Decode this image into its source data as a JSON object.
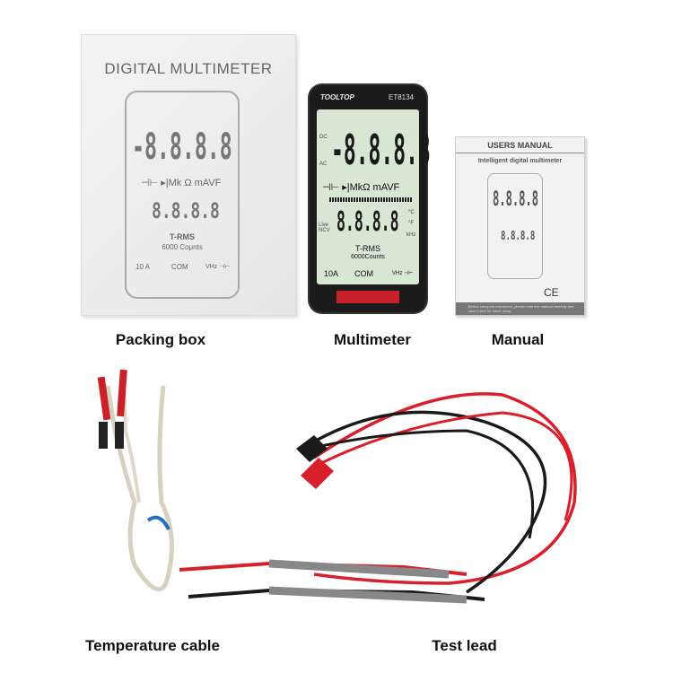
{
  "packing_box": {
    "title": "DIGITAL MULTIMETER",
    "lcd": {
      "digits_main": "-8.8.8.8",
      "units": "⊣⊢ ▸|Mk Ω mAVF",
      "digits_sub": "8.8.8.8",
      "trms": "T-RMS",
      "counts": "6000 Coμnts",
      "port_a": "10 A",
      "port_com": "COM",
      "port_v": "VHz ⊣⊢"
    },
    "label": "Packing box"
  },
  "multimeter": {
    "brand": "TOOLTOP",
    "model": "ET8134",
    "lcd": {
      "digits_main": "-8.8.8.8",
      "units": "⊣⊢ ▸|MkΩ mAVF",
      "digits_sub": "8.8.8.8",
      "temp_c": "°C",
      "temp_f": "°F",
      "khz": "kHz",
      "live": "Live NCV",
      "dc": "DC",
      "ac": "AC",
      "trms": "T-RMS",
      "counts": "6000Counts",
      "port_a": "10A",
      "port_com": "COM",
      "port_v": "VHz ⊣⊢"
    },
    "label": "Multimeter"
  },
  "manual": {
    "title": "USERS MANUAL",
    "subtitle": "Intelligent digital multimeter",
    "footer": "Before using the instrument, please read this manual carefully and save it well for future using.",
    "ce": "CE",
    "label": "Manual"
  },
  "temperature_cable": {
    "label": "Temperature cable"
  },
  "test_lead": {
    "label": "Test lead"
  },
  "colors": {
    "lead_red": "#d7202c",
    "lead_black": "#1a1a1a",
    "lcd": "#d8e6d4"
  }
}
